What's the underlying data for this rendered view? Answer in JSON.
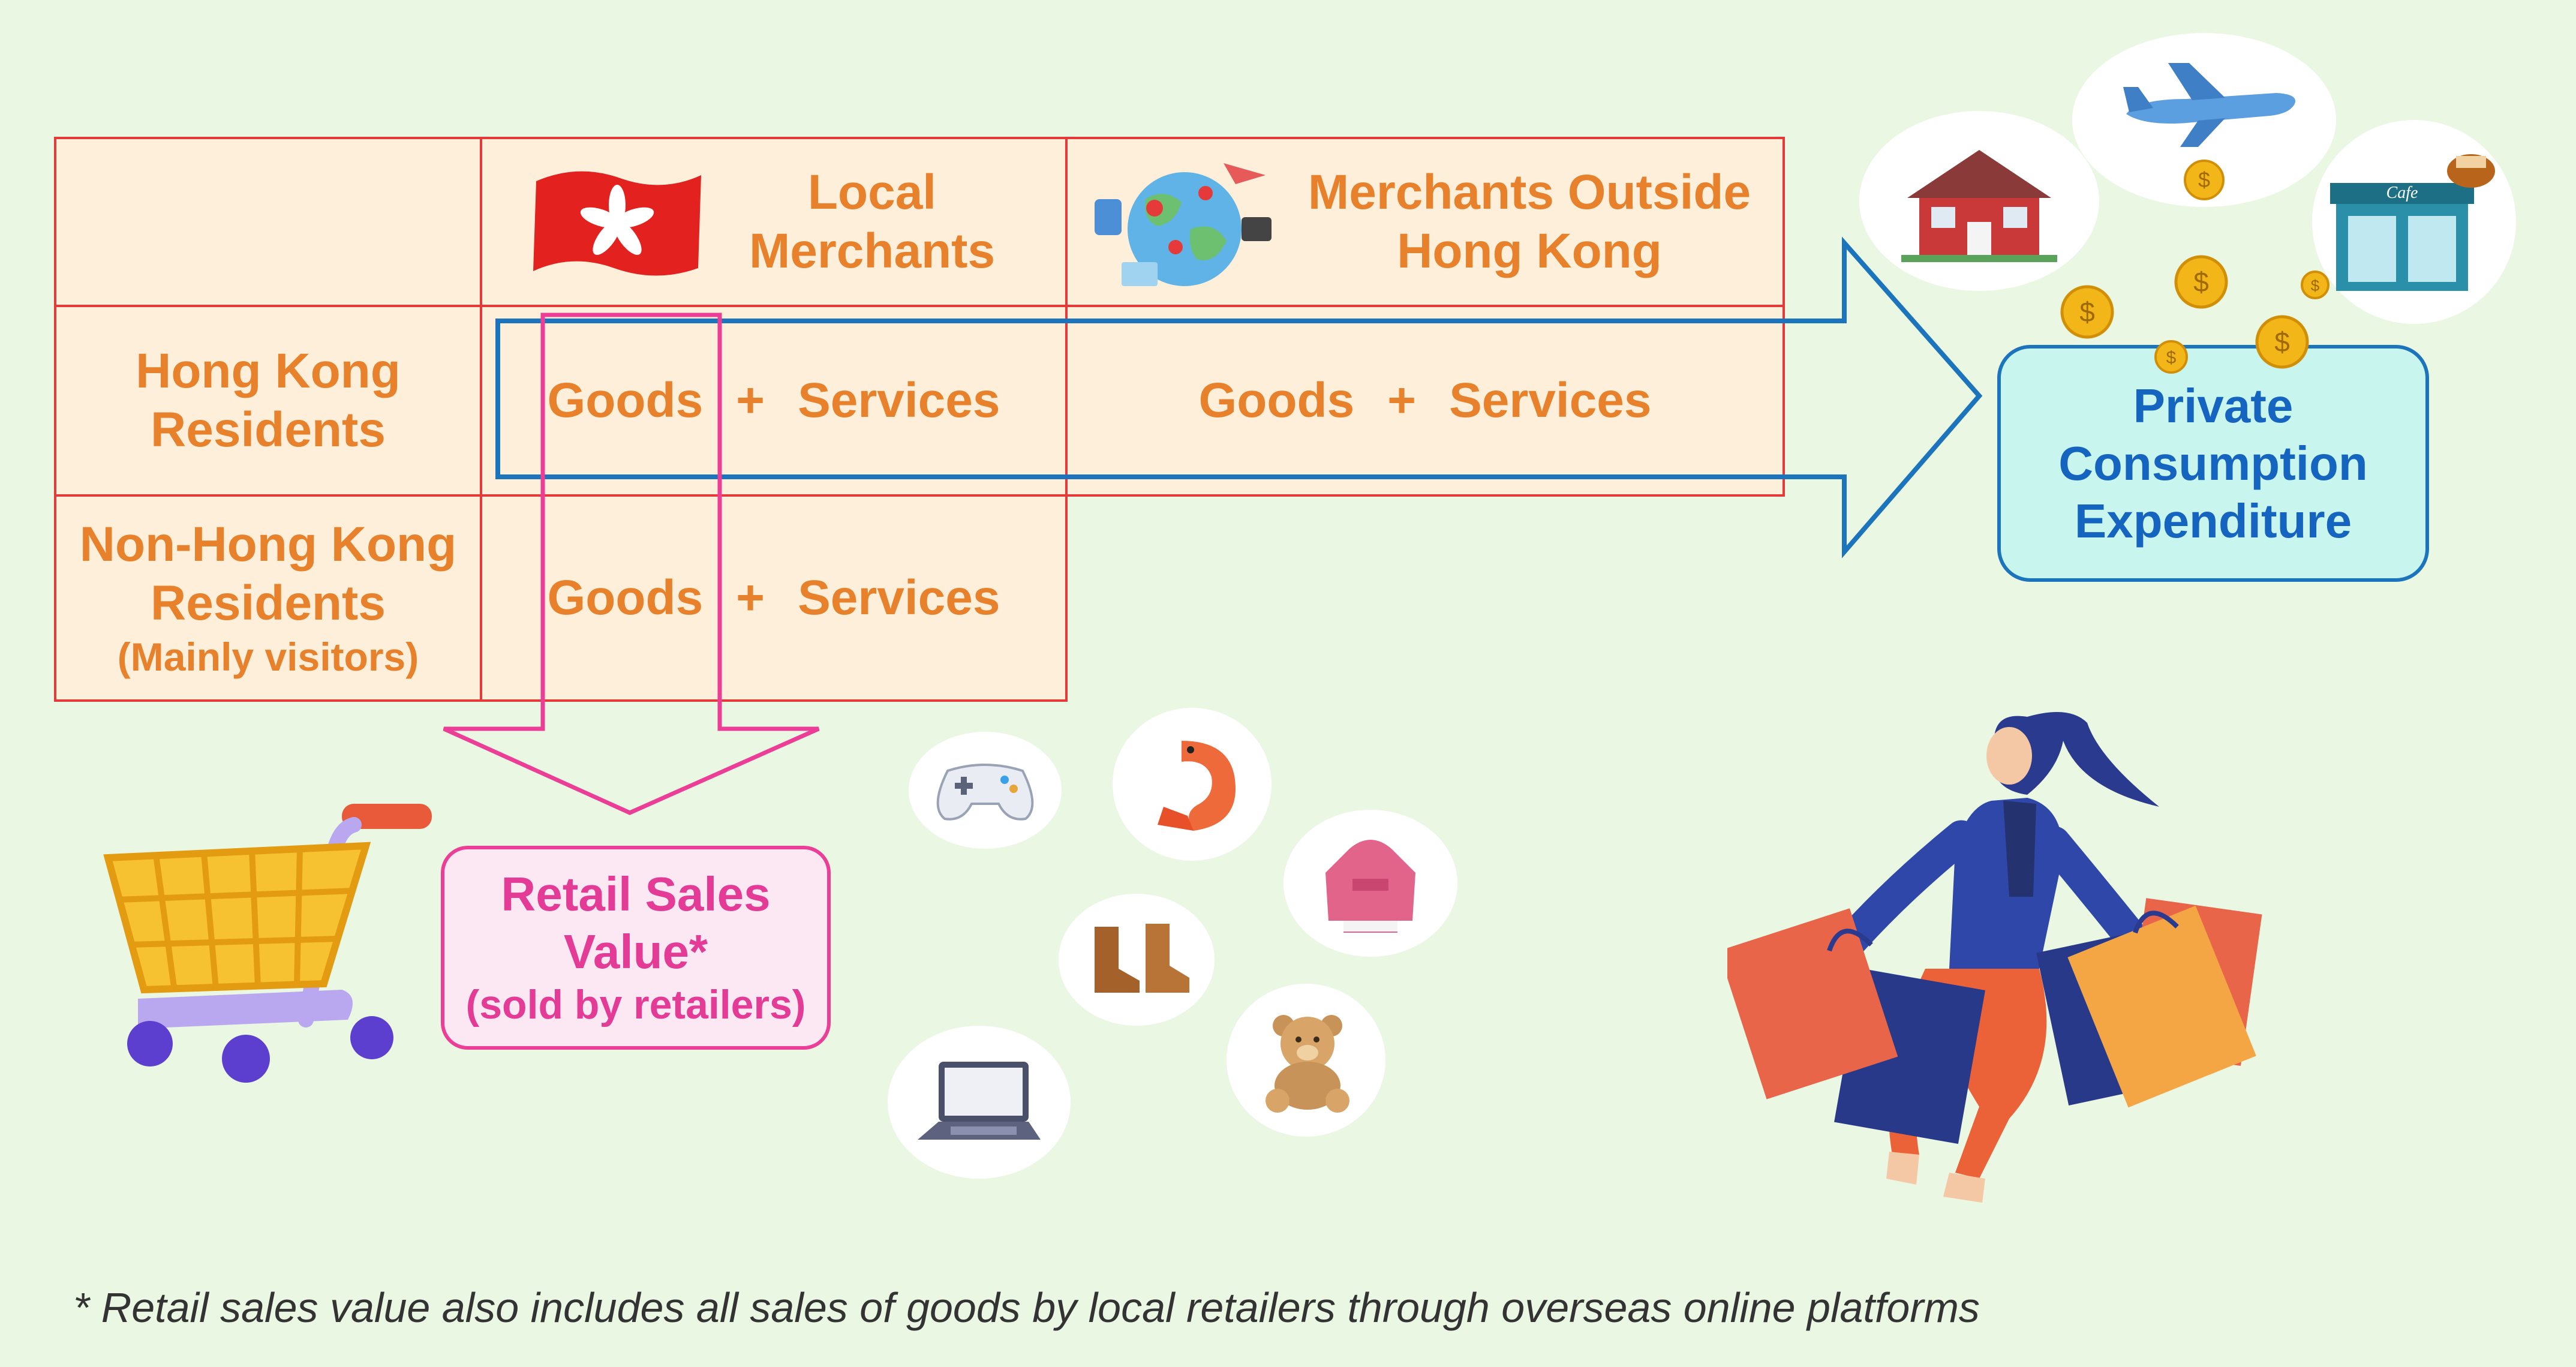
{
  "table": {
    "col_local": "Local\nMerchants",
    "col_outside": "Merchants Outside\nHong Kong",
    "row_hk": "Hong Kong\nResidents",
    "row_nonhk": "Non-Hong Kong\nResidents",
    "row_nonhk_sub": "(Mainly visitors)",
    "goods": "Goods",
    "plus": "+",
    "services": "Services"
  },
  "private_consumption": "Private\nConsumption\nExpenditure",
  "retail_sales": {
    "title": "Retail Sales\nValue*",
    "sub": "(sold by retailers)"
  },
  "footnote": "* Retail sales value also includes all sales of goods by local retailers through overseas online platforms",
  "colors": {
    "table_border": "#e63a3a",
    "table_fill": "#fdefd9",
    "table_text": "#e8812b",
    "pce_arrow": "#1c75bc",
    "retail_arrow": "#ec3e97",
    "background": "#eaf7e3"
  },
  "icons": [
    "hong-kong-flag-icon",
    "globe-travel-icon",
    "house-icon",
    "airplane-icon",
    "cafe-icon",
    "coin-icon",
    "shopping-cart-icon",
    "game-controller-icon",
    "shrimp-icon",
    "hoodie-icon",
    "boots-icon",
    "laptop-icon",
    "teddy-bear-icon",
    "shopper-illustration"
  ]
}
